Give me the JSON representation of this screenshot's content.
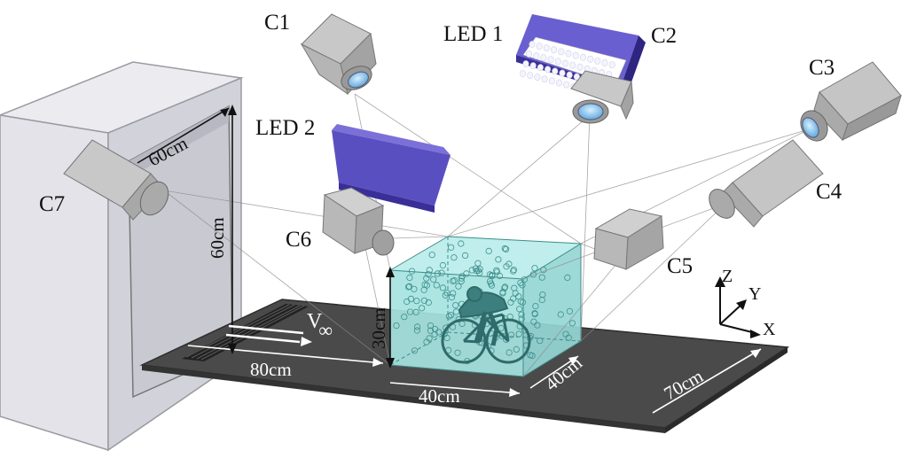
{
  "cameras": {
    "c1": "C1",
    "c2": "C2",
    "c3": "C3",
    "c4": "C4",
    "c5": "C5",
    "c6": "C6",
    "c7": "C7"
  },
  "leds": {
    "led1": "LED 1",
    "led2": "LED 2"
  },
  "dimensions": {
    "outlet_width": "60cm",
    "outlet_height": "60cm",
    "box_height": "30cm",
    "upstream_length": "80cm",
    "box_length": "40cm",
    "box_depth": "40cm",
    "plate_width": "70cm"
  },
  "flow": {
    "velocity_symbol": "V",
    "velocity_subscript": "∞"
  },
  "axes": {
    "z": "Z",
    "y": "Y",
    "x": "X"
  },
  "colors": {
    "led_body": "#4c3fb0",
    "led_panel": "#ffffff",
    "measurement_volume": "#9fe0dc",
    "floor_plate": "#4a4a4a",
    "camera_body": "#b9b9b9",
    "lens": "#8ec9ee",
    "cyclist": "#2f6b6a"
  }
}
